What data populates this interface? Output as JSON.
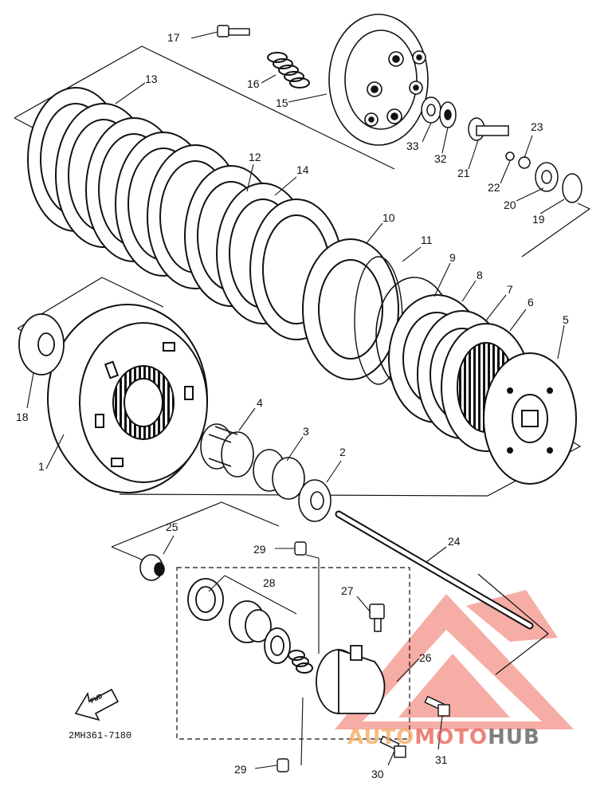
{
  "diagram": {
    "part_code": "2MH361-7180",
    "direction_label": "FWD",
    "callouts": [
      {
        "id": "1",
        "text": "1"
      },
      {
        "id": "2",
        "text": "2"
      },
      {
        "id": "3",
        "text": "3"
      },
      {
        "id": "4",
        "text": "4"
      },
      {
        "id": "5",
        "text": "5"
      },
      {
        "id": "6",
        "text": "6"
      },
      {
        "id": "7",
        "text": "7"
      },
      {
        "id": "8",
        "text": "8"
      },
      {
        "id": "9",
        "text": "9"
      },
      {
        "id": "10",
        "text": "10"
      },
      {
        "id": "11",
        "text": "11"
      },
      {
        "id": "12",
        "text": "12"
      },
      {
        "id": "13",
        "text": "13"
      },
      {
        "id": "14",
        "text": "14"
      },
      {
        "id": "15",
        "text": "15"
      },
      {
        "id": "16",
        "text": "16"
      },
      {
        "id": "17",
        "text": "17"
      },
      {
        "id": "18",
        "text": "18"
      },
      {
        "id": "19",
        "text": "19"
      },
      {
        "id": "20",
        "text": "20"
      },
      {
        "id": "21",
        "text": "21"
      },
      {
        "id": "22",
        "text": "22"
      },
      {
        "id": "23",
        "text": "23"
      },
      {
        "id": "24",
        "text": "24"
      },
      {
        "id": "25",
        "text": "25"
      },
      {
        "id": "26",
        "text": "26"
      },
      {
        "id": "27",
        "text": "27"
      },
      {
        "id": "28",
        "text": "28"
      },
      {
        "id": "29a",
        "text": "29"
      },
      {
        "id": "29b",
        "text": "29"
      },
      {
        "id": "30",
        "text": "30"
      },
      {
        "id": "31",
        "text": "31"
      },
      {
        "id": "32",
        "text": "32"
      },
      {
        "id": "33",
        "text": "33"
      }
    ]
  },
  "watermark": {
    "part1": "AUTO",
    "part2": "MOTO",
    "part3": "HUB",
    "color_primary": "#e85a4f",
    "color_secondary": "#f2a65a",
    "color_dark": "#555555"
  }
}
